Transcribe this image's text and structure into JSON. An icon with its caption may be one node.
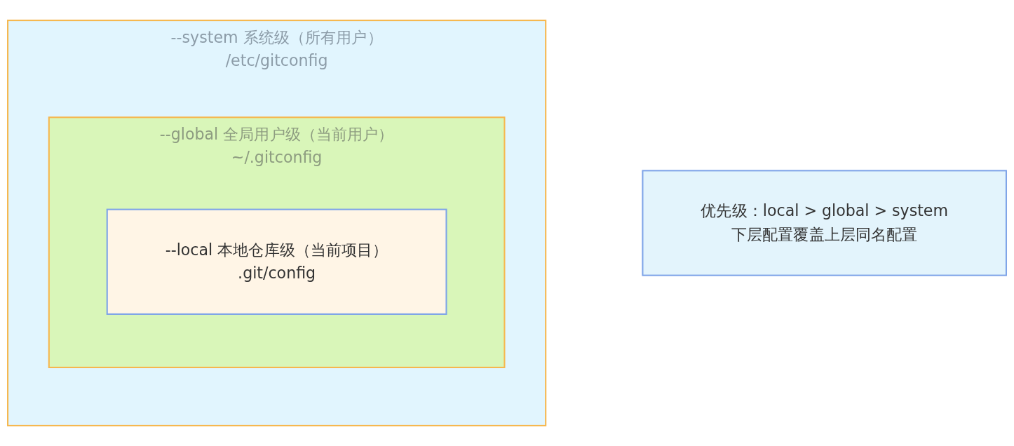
{
  "diagram": {
    "nodes": [
      {
        "text": [
          "--system 系统级（所有用户）",
          "/etc/gitconfig"
        ]
      },
      {
        "text": [
          "--global 全局用户级（当前用户）",
          "~/.gitconfig"
        ],
        "in": 0
      },
      {
        "text": [
          "--local 本地仓库级（当前项目）",
          ".git/config"
        ],
        "in": 1
      },
      {
        "text": [
          "优先级：local > global > system",
          "下层配置覆盖上层同名配置"
        ]
      }
    ]
  }
}
